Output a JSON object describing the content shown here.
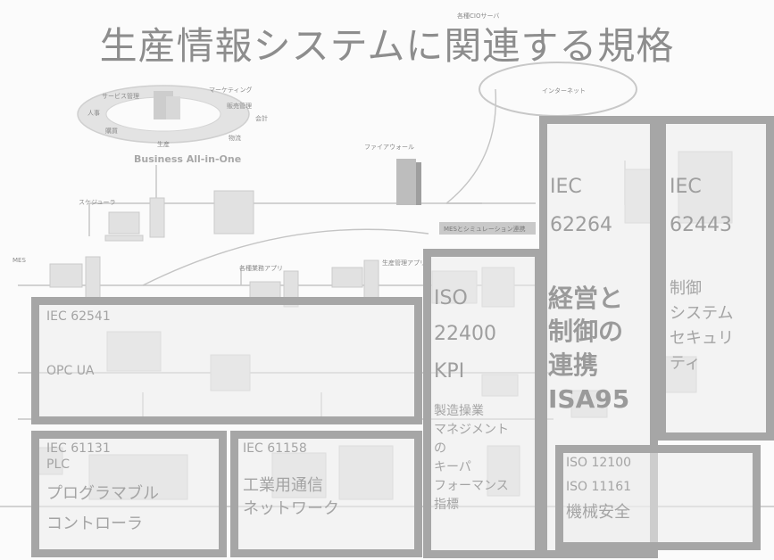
{
  "title": "生産情報システムに関連する規格",
  "background": {
    "top_server_label": "各種CIOサーバ",
    "internet_label": "インターネット",
    "firewall_label": "ファイアウォール",
    "business_label": "Business All-in-One",
    "scheduler_label": "スケジューラ",
    "mes_label": "MES",
    "app_label_1": "各種業務アプリ",
    "app_label_2": "生産管理アプリ",
    "integration_label": "MESとシミュレーション連携",
    "ring_tags": [
      "サービス管理",
      "マーケティング",
      "販売管理",
      "人事",
      "会計",
      "購買",
      "生産",
      "物流"
    ]
  },
  "boxes": {
    "iec62541": {
      "code": "IEC 62541",
      "name": "OPC UA"
    },
    "iec61131": {
      "code": "IEC 61131",
      "abbr": "PLC",
      "desc_1": "プログラマブル",
      "desc_2": "コントローラ"
    },
    "iec61158": {
      "code": "IEC 61158",
      "desc_1": "工業用通信",
      "desc_2": "ネットワーク"
    },
    "iso22400": {
      "code_1": "ISO",
      "code_2": "22400",
      "code_3": "KPI",
      "desc": [
        "製造操業",
        "マネジメント",
        "の",
        "キーパ",
        "フォーマンス",
        "指標"
      ]
    },
    "iec62264": {
      "code_1": "IEC",
      "code_2": "62264",
      "desc_1": "経営と",
      "desc_2": "制御の",
      "desc_3": "連携",
      "alias": "ISA95"
    },
    "iec62443": {
      "code_1": "IEC",
      "code_2": "62443",
      "desc": [
        "制御",
        "システム",
        "セキュリ",
        "ティ"
      ]
    },
    "iso12100": {
      "code_1": "ISO 12100",
      "code_2": "ISO 11161",
      "desc": "機械安全"
    }
  }
}
